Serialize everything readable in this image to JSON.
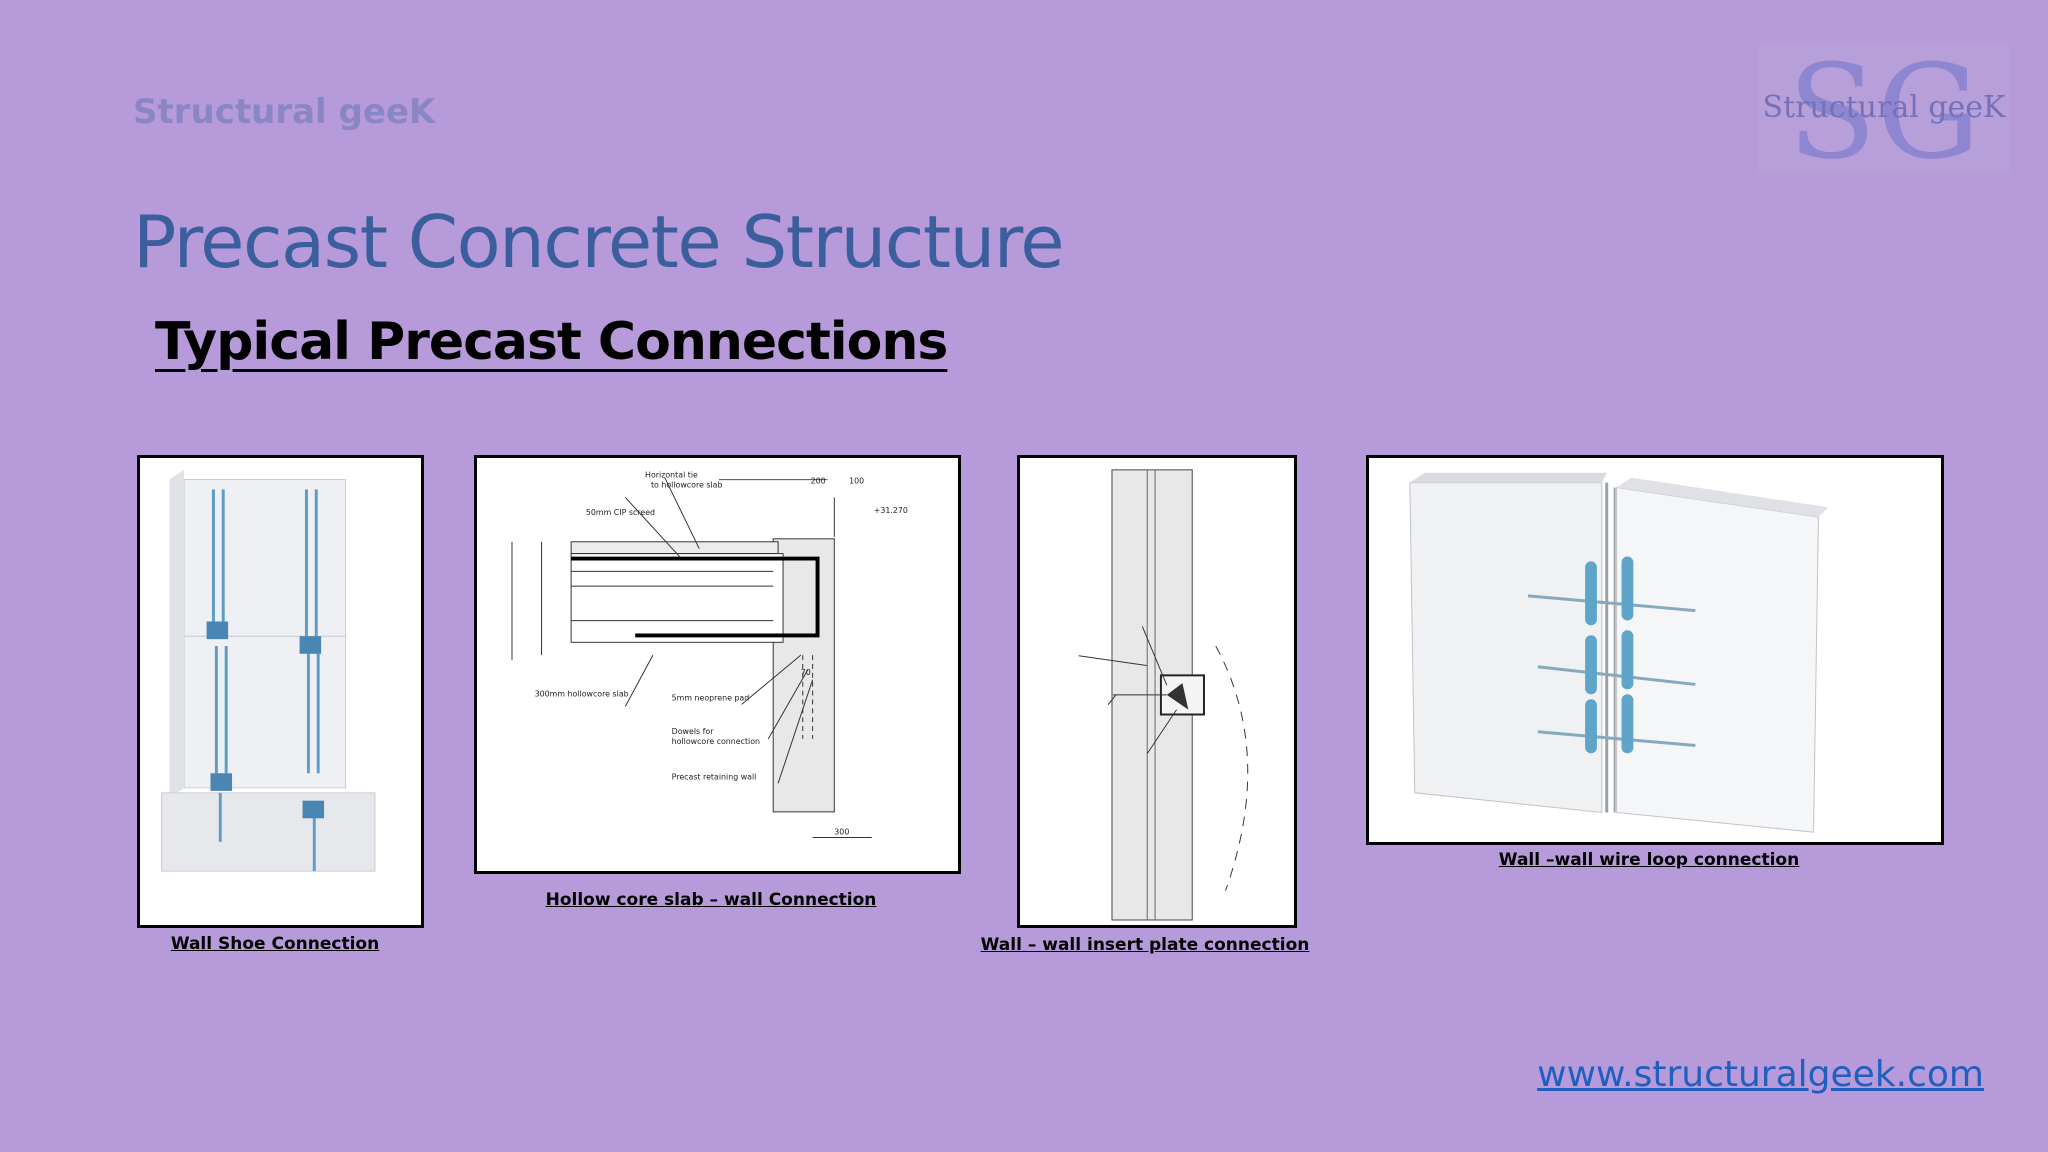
{
  "header": {
    "brand": "Structural geeK",
    "logo_text": "Structural geeK",
    "logo_letters": "SG"
  },
  "slide": {
    "title": "Precast Concrete Structure",
    "subtitle": "Typical Precast Connections"
  },
  "figures": [
    {
      "caption": "Wall Shoe Connection"
    },
    {
      "caption": "Hollow core slab – wall Connection",
      "labels": [
        "Horizontal tie",
        "to hollowcore slab",
        "50mm CIP screed",
        "300mm hollowcore slab",
        "5mm neoprene pad",
        "Dowels for",
        "hollowcore connection",
        "Precast retaining wall",
        "200",
        "100",
        "+31.270",
        "300",
        "70"
      ]
    },
    {
      "caption": "Wall – wall insert plate connection"
    },
    {
      "caption": "Wall –wall wire loop connection"
    }
  ],
  "footer": {
    "url": "www.structuralgeek.com"
  },
  "colors": {
    "background": "#b79ad9",
    "title": "#3a5f9c",
    "brand": "#8a86c6",
    "link": "#1f5fc0"
  }
}
